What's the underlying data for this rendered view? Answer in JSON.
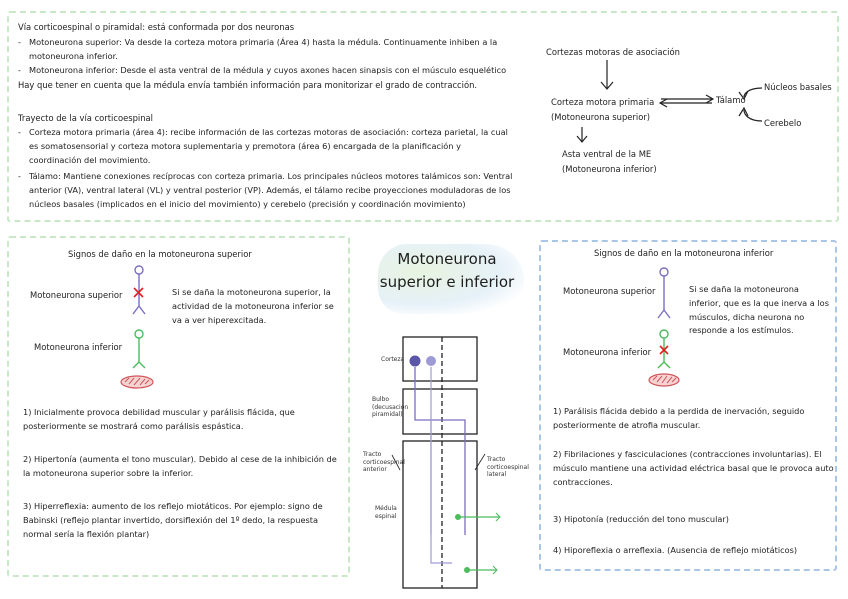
{
  "top": {
    "intro": "Vía corticoespinal o piramidal: está conformada por dos neuronas",
    "bullet1": "Motoneurona superior: Va desde la corteza motora primaria (Área 4) hasta la médula. Continuamente inhiben a la motoneurona inferior.",
    "bullet2": "Motoneurona inferior: Desde el asta ventral de la médula y cuyos axones hacen sinapsis con el músculo esquelético",
    "note": "Hay que tener en cuenta que la médula envía también información para monitorizar el grado de contracción.",
    "trayecto": "Trayecto de la vía corticoespinal",
    "bullet3": "Corteza motora primaria (área 4): recibe información de las cortezas motoras de asociación: corteza parietal, la cual es somatosensorial y corteza motora suplementaria y premotora (área 6) encargada de la planificación y coordinación del movimiento.",
    "bullet4": "Tálamo: Mantiene conexiones recíprocas con corteza primaria. Los principales núcleos motores talámicos son: Ventral anterior (VA), ventral lateral (VL) y ventral posterior (VP). Además, el tálamo recibe proyecciones moduladoras de los núcleos basales (implicados en el inicio del movimiento) y cerebelo (precisión y coordinación movimiento)"
  },
  "flow": {
    "assoc": "Cortezas motoras de asociación",
    "primary": "Corteza motora primaria",
    "primary_sub": "(Motoneurona superior)",
    "thalamus": "Tálamo",
    "basal": "Núcleos basales",
    "cerebellum": "Cerebelo",
    "asta": "Asta ventral de la ME",
    "asta_sub": "(Motoneurona inferior)"
  },
  "left": {
    "heading": "Signos de daño en la motoneurona superior",
    "upper_label": "Motoneurona superior",
    "lower_label": "Motoneurona inferior",
    "explanation": "Si se daña la motoneurona superior, la actividad de la motoneurona inferior se va a ver hiperexcitada.",
    "sign1": "1) Inicialmente provoca debilidad muscular y parálisis flácida, que posteriormente se mostrará como parálisis espástica.",
    "sign2": "2) Hipertonía (aumenta el tono muscular). Debido al cese de la inhibición de la motoneurona superior sobre la inferior.",
    "sign3": "3) Hiperreflexia: aumento de los reflejo miotáticos. Por ejemplo: signo de Babinski (reflejo plantar invertido, dorsiflexión del 1º dedo, la respuesta normal sería la flexión plantar)"
  },
  "center": {
    "title": "Motoneurona superior e inferior",
    "corteza": "Corteza",
    "bulbo": "Bulbo (decusación piramidal)",
    "tracto_anterior": "Tracto corticoespinal anterior",
    "tracto_lateral": "Tracto corticoespinal lateral",
    "medula": "Médula espinal"
  },
  "right": {
    "heading": "Signos de daño en la motoneurona inferior",
    "upper_label": "Motoneurona superior",
    "lower_label": "Motoneurona inferior",
    "explanation": "Si se daña la motoneurona inferior, que es la que inerva a los músculos, dicha neurona no responde a los estímulos.",
    "sign1": "1) Parálisis flácida debido a la perdida de inervación, seguido posteriormente de atrofia muscular.",
    "sign2": "2) Fibrilaciones y fasciculaciones (contracciones involuntarias). El músculo mantiene una actividad eléctrica basal que le provoca auto contracciones.",
    "sign3": "3) Hipotonía (reducción del tono muscular)",
    "sign4": "4) Hiporeflexia o arreflexia. (Ausencia de reflejo miotáticos)"
  },
  "colors": {
    "green_border": "#c8e8c8",
    "blue_border": "#aac6e6",
    "upper_neuron": "#7a6fc0",
    "lower_neuron": "#4cbb5c",
    "damage_mark": "#e02020",
    "muscle": "#d0555a"
  }
}
